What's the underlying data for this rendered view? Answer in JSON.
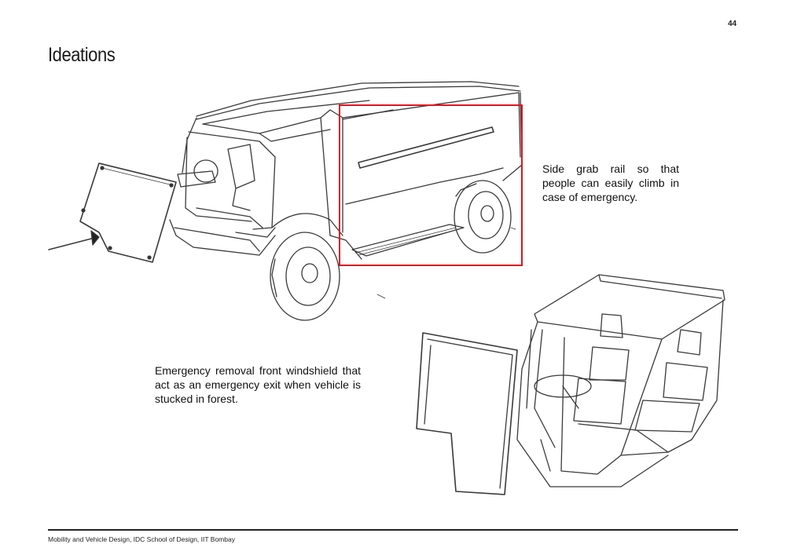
{
  "page": {
    "number": "44",
    "title": "Ideations"
  },
  "annotations": {
    "side_rail": "Side grab rail so that people can easily climb in case of emergency.",
    "windshield": "Emergency removal front windshield that act as an emergency exit when vehicle is stucked in forest."
  },
  "highlight_color": "#e0141e",
  "footer": {
    "text": "Mobility and Vehicle Design, IDC School of Design, IIT Bombay"
  }
}
